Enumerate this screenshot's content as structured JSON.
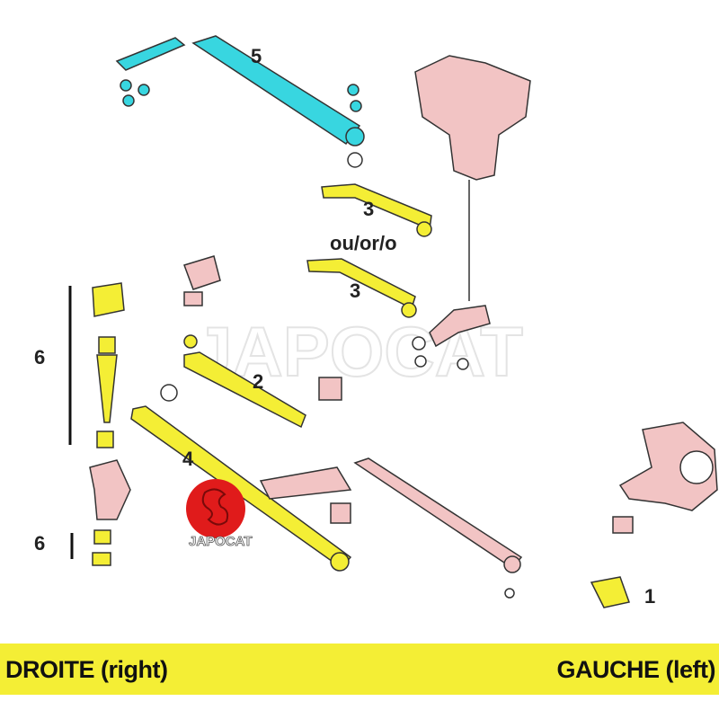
{
  "labels": {
    "part5": "5",
    "part3a": "3",
    "alt": "ou/or/o",
    "part3b": "3",
    "part6a": "6",
    "part2": "2",
    "part4": "4",
    "part6b": "6",
    "part1": "1"
  },
  "watermark": "JAPOCAT",
  "logo": "JAPOCAT",
  "footer": {
    "right_side": "DROITE (right)",
    "left_side": "GAUCHE (left)"
  },
  "colors": {
    "cyan": "#38d6e0",
    "pink": "#f2c4c4",
    "yellow": "#f4ee35",
    "red": "#e01b1b"
  }
}
